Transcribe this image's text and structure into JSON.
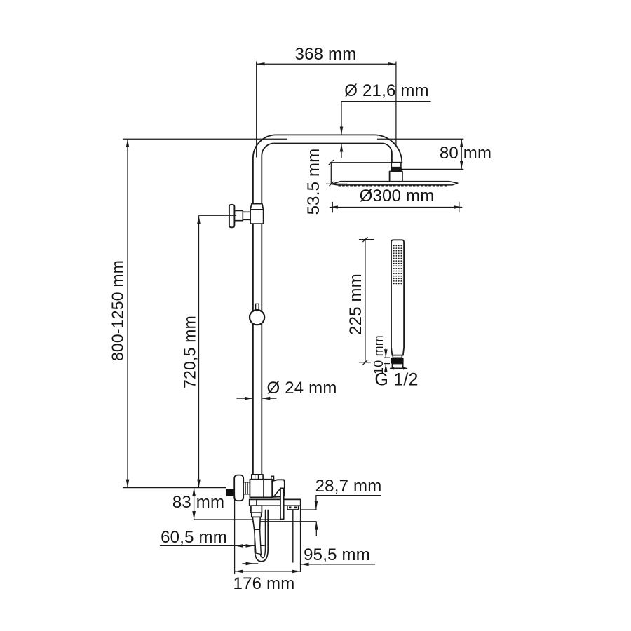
{
  "page": {
    "background": "#ffffff",
    "ink": "#1a1a1a"
  },
  "drawing": {
    "type": "technical-dimension-diagram",
    "subject": "shower system: riser column with overhead rain shower, diverter, hand shower and wall mixer",
    "units": "mm"
  },
  "labels": {
    "arm_span": "368 mm",
    "arm_tube_dia": "Ø 21,6 mm",
    "head_drop": "80 mm",
    "head_stack_height": "53.5 mm",
    "head_dia": "Ø300 mm",
    "column_height_range": "800-1250 mm",
    "diverter_height": "720,5 mm",
    "column_tube_dia": "Ø 24 mm",
    "handshower_length": "225 mm",
    "connector_height": "10 mm",
    "thread_size": "G 1/2",
    "mixer_drop": "83 mm",
    "lever_drop": "28,7 mm",
    "spout_offset": "60,5 mm",
    "holder_offset": "95,5 mm",
    "mixer_span": "176 mm"
  },
  "dimensions_mm": {
    "arm_span": 368,
    "arm_tube_diameter": 21.6,
    "head_drop": 80,
    "head_stack_height": 53.5,
    "head_diameter": 300,
    "column_height_min": 800,
    "column_height_max": 1250,
    "diverter_height": 720.5,
    "column_tube_diameter": 24,
    "handshower_length": 225,
    "connector_height": 10,
    "thread": "G 1/2",
    "mixer_drop": 83,
    "lever_drop": 28.7,
    "spout_offset": 60.5,
    "holder_offset": 95.5,
    "mixer_span": 176
  }
}
